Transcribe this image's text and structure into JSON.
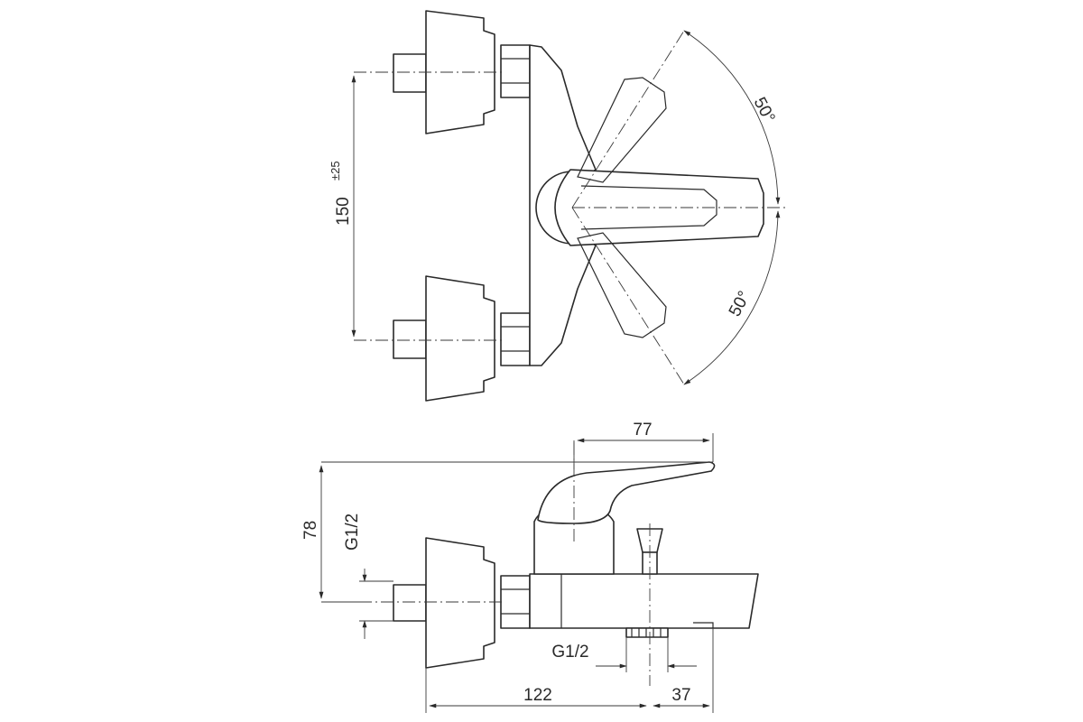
{
  "dimensions": {
    "spacing_value": "150",
    "spacing_tolerance": "±25",
    "angle_upper": "50°",
    "angle_lower": "50°",
    "handle_length": "77",
    "height": "78",
    "inlet_thread": "G1/2",
    "outlet_thread": "G1/2",
    "projection": "122",
    "spout_offset": "37"
  },
  "colors": {
    "line": "#2a2a2a",
    "background": "#ffffff"
  }
}
